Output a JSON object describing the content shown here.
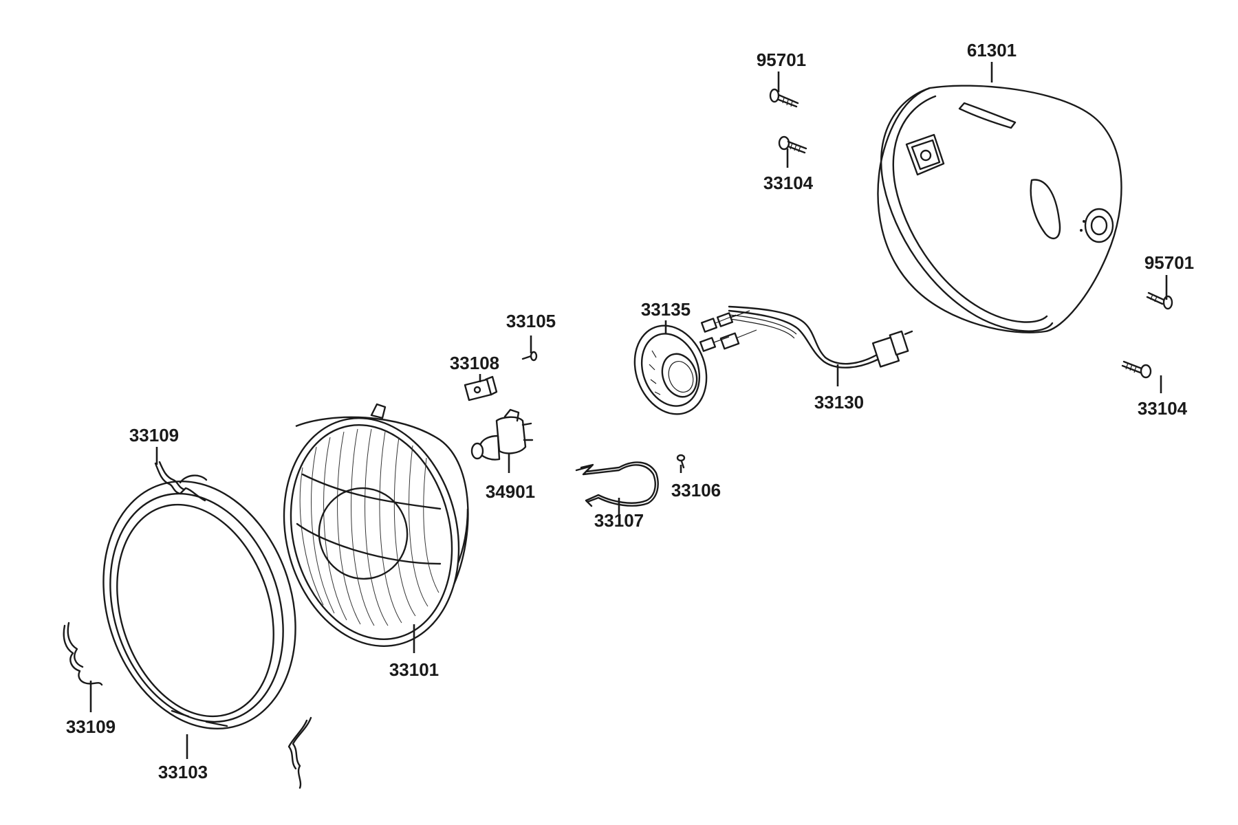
{
  "parts": [
    {
      "id": "95701_top",
      "number": "95701"
    },
    {
      "id": "61301",
      "number": "61301"
    },
    {
      "id": "33104_top",
      "number": "33104"
    },
    {
      "id": "95701_right",
      "number": "95701"
    },
    {
      "id": "33135",
      "number": "33135"
    },
    {
      "id": "33105",
      "number": "33105"
    },
    {
      "id": "33108",
      "number": "33108"
    },
    {
      "id": "33130",
      "number": "33130"
    },
    {
      "id": "33104_right",
      "number": "33104"
    },
    {
      "id": "33109_top",
      "number": "33109"
    },
    {
      "id": "34901",
      "number": "34901"
    },
    {
      "id": "33106",
      "number": "33106"
    },
    {
      "id": "33107",
      "number": "33107"
    },
    {
      "id": "33101",
      "number": "33101"
    },
    {
      "id": "33109_bottom",
      "number": "33109"
    },
    {
      "id": "33103",
      "number": "33103"
    }
  ]
}
